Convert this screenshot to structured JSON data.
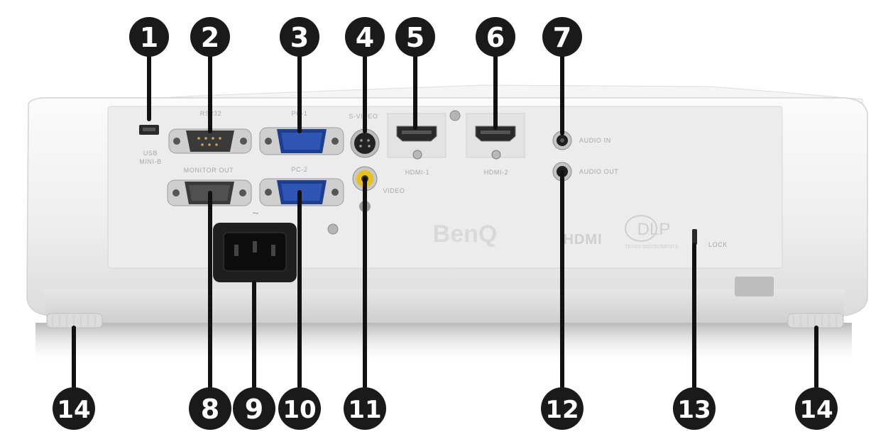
{
  "callouts_top": [
    "1",
    "2",
    "3",
    "4",
    "5",
    "6",
    "7"
  ],
  "callouts_bottom": [
    "14",
    "8",
    "9",
    "10",
    "11",
    "12",
    "13",
    "14"
  ],
  "panel_labels": {
    "usb": "USB",
    "mini_b": "MINI-B",
    "rs232": "RS232",
    "monitor_out": "MONITOR OUT",
    "pc1": "PC-1",
    "pc2": "PC-2",
    "s_video": "S-VIDEO",
    "video": "VIDEO",
    "hdmi1": "HDMI-1",
    "hdmi2": "HDMI-2",
    "audio_in": "AUDIO IN",
    "audio_out": "AUDIO OUT",
    "lock": "LOCK",
    "brand": "BenQ",
    "hdmi_logo": "HDMI",
    "dlp_logo": "DLP",
    "dlp_sub": "TEXAS INSTRUMENTS"
  },
  "colors": {
    "callout_fill": "#1a1a1a",
    "callout_text": "#ffffff",
    "body": "#f2f2f2",
    "panel": "#e9e9e9",
    "vga_blue": "#2f55b5",
    "video_yellow": "#e8c21a"
  }
}
